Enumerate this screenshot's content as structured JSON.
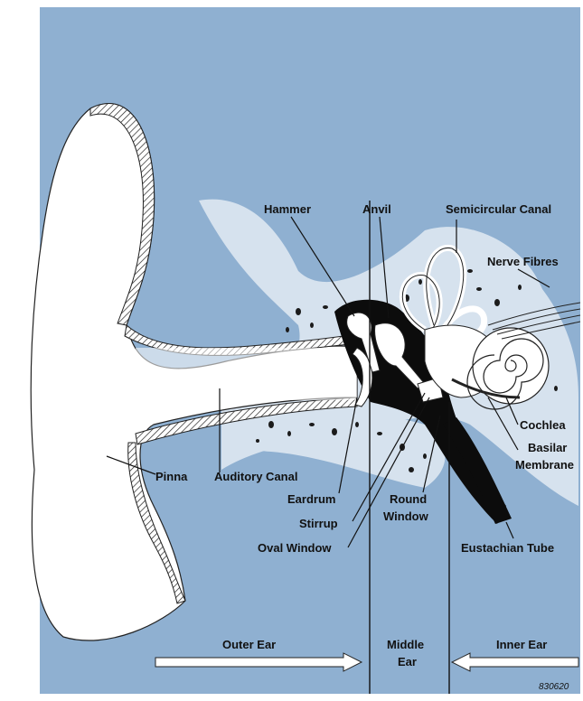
{
  "diagram": {
    "labels": {
      "hammer": "Hammer",
      "anvil": "Anvil",
      "semicircular_canal": "Semicircular Canal",
      "nerve_fibres": "Nerve Fibres",
      "cochlea": "Cochlea",
      "basilar_line1": "Basilar",
      "basilar_line2": "Membrane",
      "pinna": "Pinna",
      "auditory_canal": "Auditory Canal",
      "eardrum": "Eardrum",
      "round_line1": "Round",
      "round_line2": "Window",
      "stirrup": "Stirrup",
      "oval_window": "Oval Window",
      "eustachian_tube": "Eustachian Tube"
    },
    "regions": {
      "outer_ear": "Outer Ear",
      "middle_line1": "Middle",
      "middle_line2": "Ear",
      "inner_ear": "Inner Ear"
    },
    "code": "830620",
    "colors": {
      "background": "#8fb0d1",
      "bone": "#d6e2ee",
      "ear": "#ffffff",
      "dark": "#0c0c0c"
    }
  }
}
